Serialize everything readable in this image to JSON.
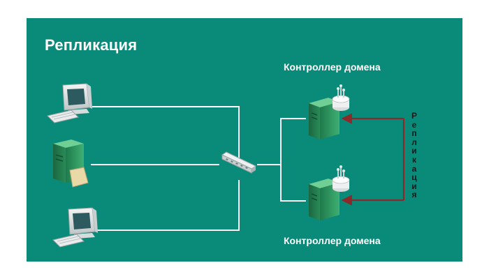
{
  "title": "Репликация",
  "domain_controller_top": "Контроллер домена",
  "domain_controller_bottom": "Контроллер домена",
  "replication_vertical": "Репликация",
  "colors": {
    "panel": "#0a8a78",
    "lines": "#ffffff",
    "replication_arrows": "#8b2a2a",
    "server_green": "#2f9b62",
    "monitor_gray": "#e6e6e6"
  },
  "icons": {
    "workstation_top": "computer-icon",
    "workstation_middle": "server-with-document-icon",
    "workstation_bottom": "computer-icon",
    "switch": "network-switch-icon",
    "dc_top": "domain-controller-server-icon",
    "dc_bottom": "domain-controller-server-icon"
  }
}
